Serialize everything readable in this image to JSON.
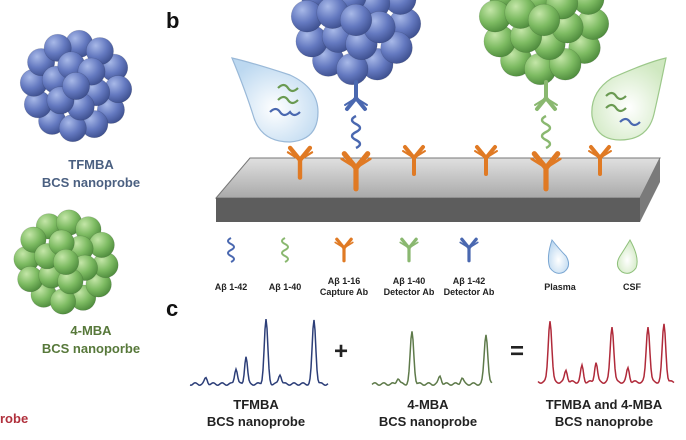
{
  "panel_b_letter": "b",
  "panel_c_letter": "c",
  "probes": {
    "tfmba_line1": "TFMBA",
    "tfmba_line2": "BCS nanoprobe",
    "mba_line1": "4-MBA",
    "mba_line2": "BCS nanoporbe",
    "cut_label": "robe"
  },
  "legend": {
    "ab142": "Aβ 1-42",
    "ab140": "Aβ 1-40",
    "capture_l1": "Aβ 1-16",
    "capture_l2": "Capture Ab",
    "det140_l1": "Aβ 1-40",
    "det140_l2": "Detector Ab",
    "det142_l1": "Aβ 1-42",
    "det142_l2": "Detector Ab",
    "plasma": "Plasma",
    "csf": "CSF"
  },
  "spectra": {
    "plus": "+",
    "equals": "=",
    "s1_line1": "TFMBA",
    "s1_line2": "BCS nanoprobe",
    "s2_line1": "4-MBA",
    "s2_line2": "BCS nanoprobe",
    "s3_line1": "TFMBA and 4-MBA",
    "s3_line2": "BCS nanoprobe"
  },
  "colors": {
    "blue": "#5b74b8",
    "green": "#78b060",
    "orange": "#e07a24",
    "red": "#b0303c",
    "spectrum_blue": "#2c3e78",
    "spectrum_green": "#5e7a4a",
    "spectrum_red": "#b02a3a"
  }
}
